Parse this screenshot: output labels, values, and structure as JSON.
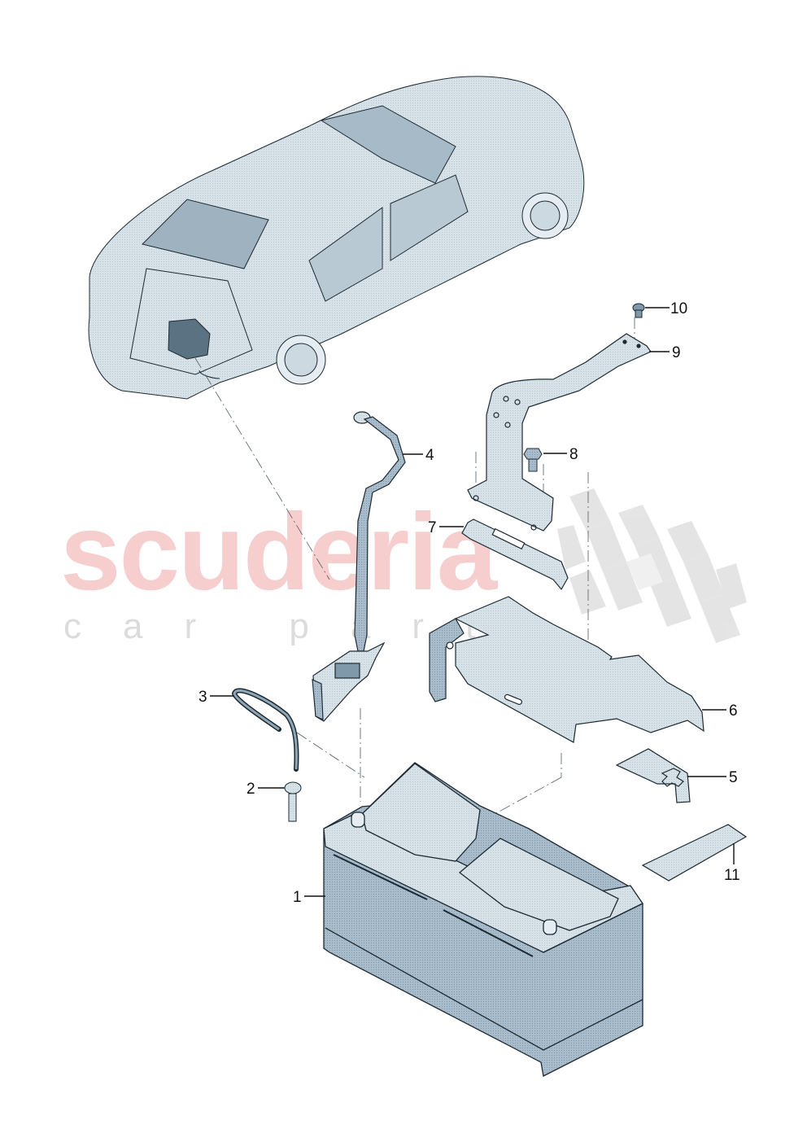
{
  "diagram": {
    "type": "exploded parts diagram",
    "subject": "Vehicle battery assembly",
    "locator_view": "Sedan rear three-quarter view with battery location highlighted in trunk"
  },
  "watermark": {
    "main": "scuderia",
    "sub": "car parts",
    "main_color": "#f4c3c3",
    "sub_color": "#dcdcdc",
    "pattern": "checkered-flag"
  },
  "colors": {
    "part_fill": "#d5e0e8",
    "part_shade": "#a9bccb",
    "outline": "#1d2a33",
    "highlight": "#5b7282"
  },
  "callouts": [
    {
      "id": "1",
      "label": "1",
      "part": "battery"
    },
    {
      "id": "2",
      "label": "2",
      "part": "vent-elbow-fitting"
    },
    {
      "id": "3",
      "label": "3",
      "part": "vent-hose"
    },
    {
      "id": "4",
      "label": "4",
      "part": "battery-cable-with-sensor"
    },
    {
      "id": "5",
      "label": "5",
      "part": "terminal-cover"
    },
    {
      "id": "6",
      "label": "6",
      "part": "battery-cover-plate"
    },
    {
      "id": "7",
      "label": "7",
      "part": "clamp-plate"
    },
    {
      "id": "8",
      "label": "8",
      "part": "hex-bolt"
    },
    {
      "id": "9",
      "label": "9",
      "part": "retaining-bracket"
    },
    {
      "id": "10",
      "label": "10",
      "part": "screw"
    },
    {
      "id": "11",
      "label": "11",
      "part": "label-sticker"
    }
  ]
}
